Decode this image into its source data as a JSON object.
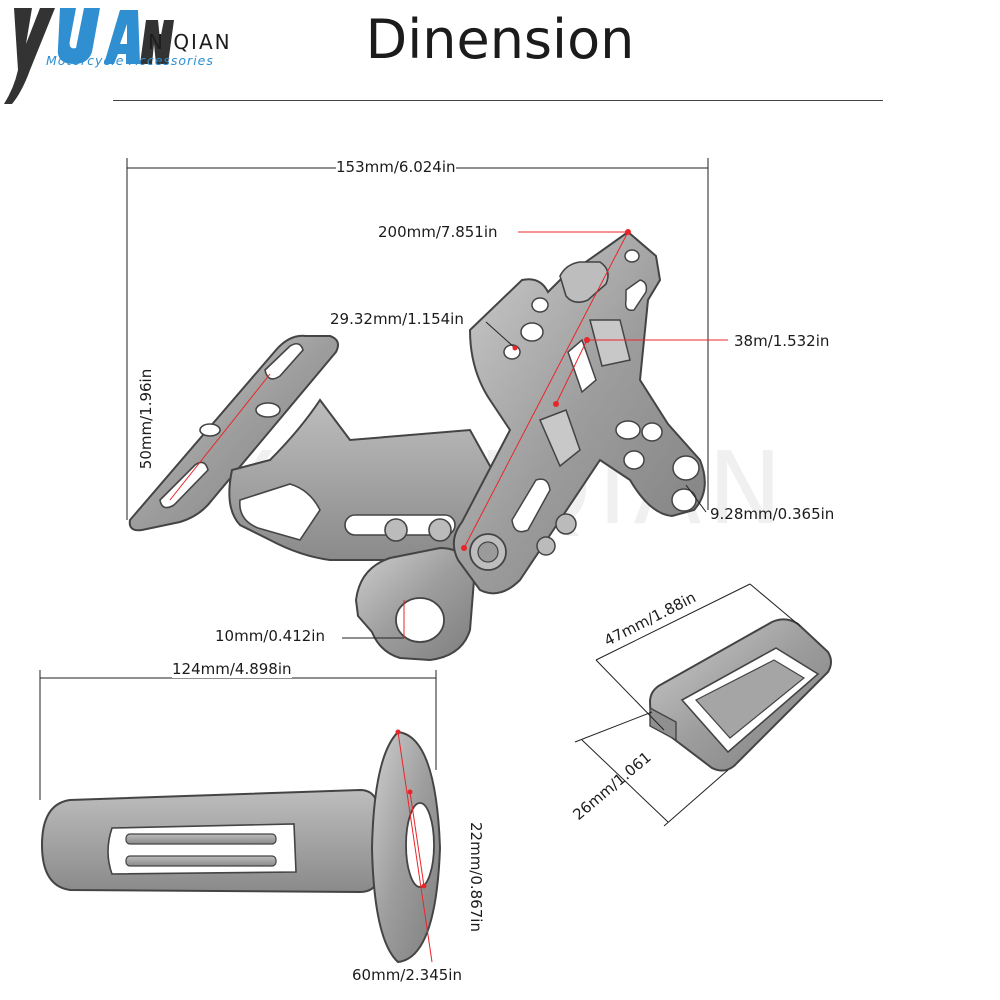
{
  "brand": {
    "name": "N QIAN",
    "tagline": "Motorcycle Accessories",
    "logo": "yuanqian-logo",
    "colors": {
      "logo_dark": "#333333",
      "logo_blue": "#2f8fd0"
    }
  },
  "title": "Dinension",
  "watermark": "YUANQIAN",
  "colors": {
    "line": "#222222",
    "accent": "#e8262a",
    "part_fill": "#a9a9a9",
    "part_stroke": "#444444"
  },
  "dimensions": {
    "bracket": {
      "total_width": "153mm/6.024in",
      "diagonal_length": "200mm/7.851in",
      "slot_length": "29.32mm/1.154in",
      "slot_spacing": "38m/1.532in",
      "side_height": "50mm/1.96in",
      "hole_diameter": "9.28mm/0.365in",
      "clamp_bore": "10mm/0.412in"
    },
    "grip": {
      "length": "124mm/4.898in",
      "inner_diameter": "22mm/0.867in",
      "flange_diameter": "60mm/2.345in"
    },
    "reflector": {
      "length": "47mm/1.88in",
      "width": "26mm/1.061"
    }
  }
}
